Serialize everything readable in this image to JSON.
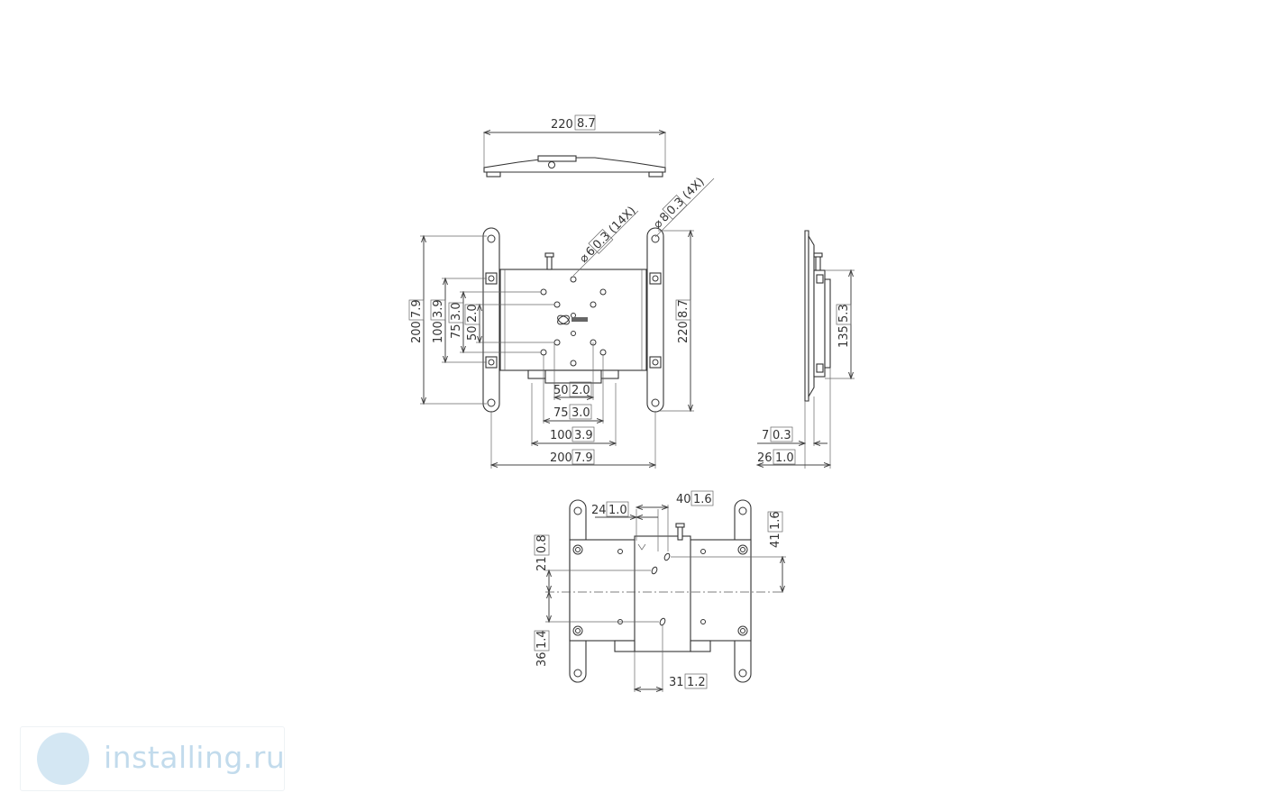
{
  "top_view": {
    "width": "220",
    "width_in": "8.7"
  },
  "front_view": {
    "hole_small": {
      "size": "6",
      "size_in": "0.3",
      "count": "(14X)"
    },
    "hole_large": {
      "size": "8",
      "size_in": "0.3",
      "count": "(4X)"
    },
    "height_outer": {
      "mm": "200",
      "in": "7.9"
    },
    "height_100": {
      "mm": "100",
      "in": "3.9"
    },
    "height_75": {
      "mm": "75",
      "in": "3.0"
    },
    "height_50": {
      "mm": "50",
      "in": "2.0"
    },
    "height_right": {
      "mm": "220",
      "in": "8.7"
    },
    "width_50": {
      "mm": "50",
      "in": "2.0"
    },
    "width_75": {
      "mm": "75",
      "in": "3.0"
    },
    "width_100": {
      "mm": "100",
      "in": "3.9"
    },
    "width_200": {
      "mm": "200",
      "in": "7.9"
    }
  },
  "side_view": {
    "height": {
      "mm": "135",
      "in": "5.3"
    },
    "depth_7": {
      "mm": "7",
      "in": "0.3"
    },
    "depth_26": {
      "mm": "26",
      "in": "1.0"
    }
  },
  "rear_view": {
    "dim_24": {
      "mm": "24",
      "in": "1.0"
    },
    "dim_40": {
      "mm": "40",
      "in": "1.6"
    },
    "dim_41": {
      "mm": "41",
      "in": "1.6"
    },
    "dim_21": {
      "mm": "21",
      "in": "0.8"
    },
    "dim_36": {
      "mm": "36",
      "in": "1.4"
    },
    "dim_31": {
      "mm": "31",
      "in": "1.2"
    }
  },
  "watermark": {
    "text": "installing.ru",
    "icon": "globe-icon"
  },
  "colors": {
    "line": "#444444",
    "watermark": "#c2dbec"
  }
}
